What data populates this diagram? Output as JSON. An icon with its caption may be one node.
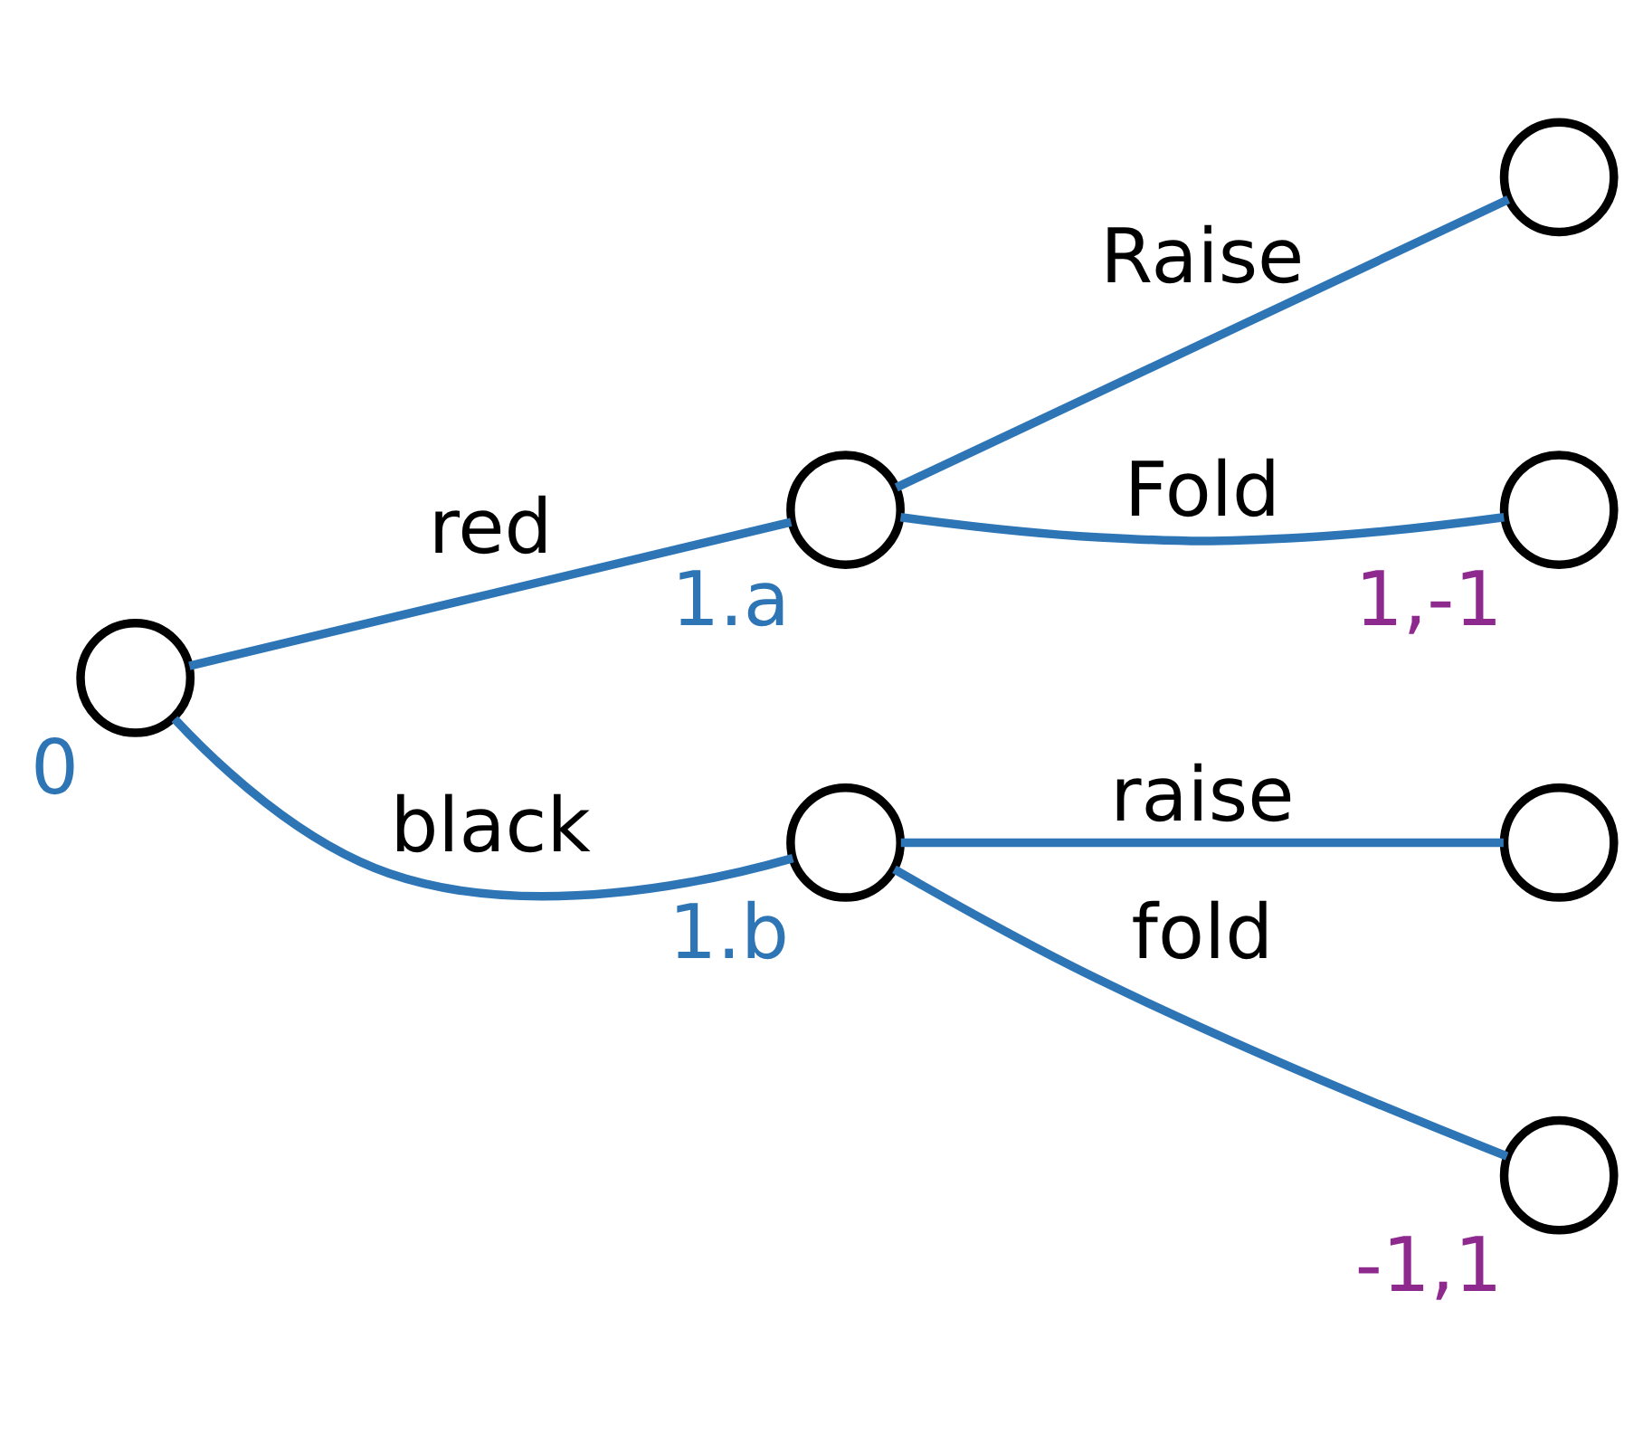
{
  "diagram": {
    "nodes": [
      {
        "text": [],
        "shape": "circle",
        "beside": [
          "0"
        ]
      },
      {
        "text": [],
        "shape": "circle",
        "beside": [
          "1.a"
        ]
      },
      {
        "text": [],
        "shape": "circle"
      },
      {
        "text": [],
        "shape": "circle",
        "beside": [
          "1,-1"
        ]
      },
      {
        "text": [],
        "shape": "circle",
        "beside": [
          "1.b"
        ]
      },
      {
        "text": [],
        "shape": "circle"
      },
      {
        "text": [],
        "shape": "circle",
        "beside": [
          "-1,1"
        ]
      }
    ],
    "edges": [
      {
        "from": 0,
        "to": 1,
        "arrow": "none",
        "label": "red"
      },
      {
        "from": 1,
        "to": 2,
        "arrow": "none",
        "label": "Raise"
      },
      {
        "from": 1,
        "to": 3,
        "arrow": "none",
        "label": "Fold"
      },
      {
        "from": 0,
        "to": 4,
        "arrow": "none",
        "label": "black"
      },
      {
        "from": 4,
        "to": 5,
        "arrow": "none",
        "label": "raise"
      },
      {
        "from": 4,
        "to": 6,
        "arrow": "none",
        "label": "fold"
      }
    ]
  }
}
